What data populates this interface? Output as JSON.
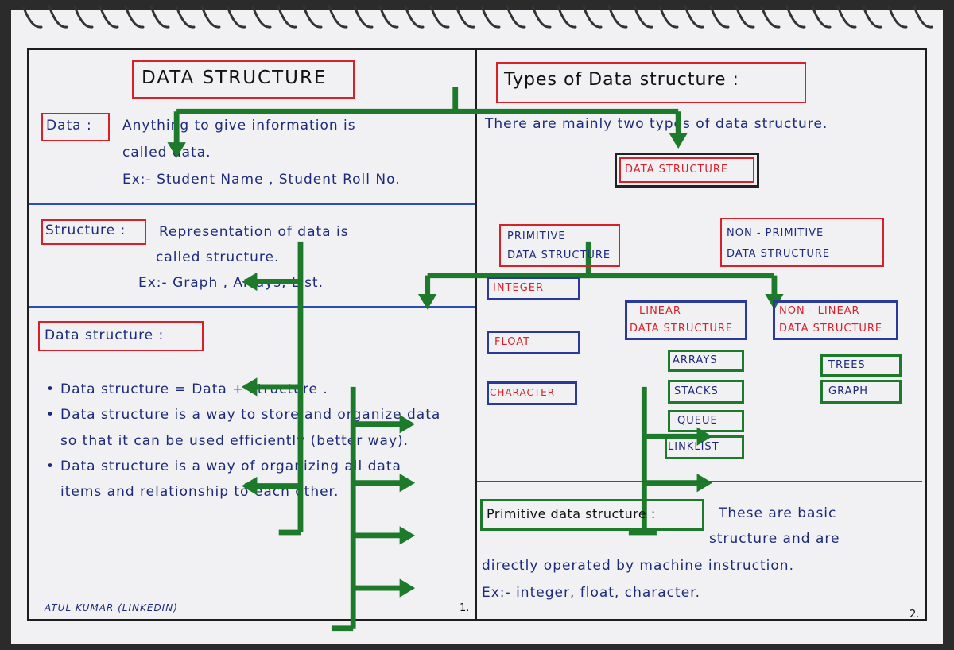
{
  "left": {
    "title": "DATA STRUCTURE",
    "data_heading": "Data :",
    "data_text_1": "Anything to give information is",
    "data_text_2": "called data.",
    "data_example": "Ex:- Student Name , Student Roll No.",
    "structure_heading": "Structure :",
    "structure_text_1": "Representation of data is",
    "structure_text_2": "called structure.",
    "structure_example": "Ex:- Graph , Arrays, List.",
    "ds_heading": "Data structure :",
    "bullets": [
      "Data structure = Data + structure .",
      "Data structure is a way to store and organize data so that it can be used efficiently (better way).",
      "Data structure is a way of organizing all data items and relationship to each other."
    ],
    "author": "ATUL KUMAR (LINKEDIN)",
    "page_number": "1."
  },
  "right": {
    "title": "Types of Data structure :",
    "intro": "There are mainly two types of data structure.",
    "tree": {
      "root": "DATA STRUCTURE",
      "primitive_1": "PRIMITIVE",
      "primitive_2": "DATA STRUCTURE",
      "nonprimitive_1": "NON - PRIMITIVE",
      "nonprimitive_2": "DATA STRUCTURE",
      "integer": "INTEGER",
      "float": "FLOAT",
      "character": "CHARACTER",
      "linear_1": "LINEAR",
      "linear_2": "DATA STRUCTURE",
      "nonlinear_1": "NON - LINEAR",
      "nonlinear_2": "DATA STRUCTURE",
      "arrays": "ARRAYS",
      "stacks": "STACKS",
      "queue": "QUEUE",
      "linklist": "LINKLIST",
      "trees": "TREES",
      "graph": "GRAPH"
    },
    "pds_heading": "Primitive data structure :",
    "pds_text_1": "These are basic",
    "pds_text_2": "structure and are",
    "pds_text_3": "directly operated by machine instruction.",
    "pds_example": "Ex:- integer, float, character.",
    "page_number": "2."
  },
  "colors": {
    "ink_blue": "#1d2a7a",
    "ink_red": "#d8202a",
    "ink_green": "#1d7a2a",
    "rule_blue": "#2a4fb0"
  }
}
